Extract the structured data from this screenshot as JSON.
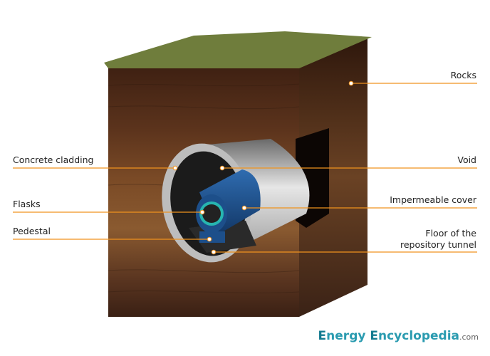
{
  "labels": {
    "rocks": "Rocks",
    "concrete_cladding": "Concrete cladding",
    "void": "Void",
    "flasks": "Flasks",
    "impermeable_cover": "Impermeable cover",
    "pedestal": "Pedestal",
    "floor_line1": "Floor of the",
    "floor_line2": "repository tunnel"
  },
  "logo": {
    "energy_e": "E",
    "energy_rest": "nergy ",
    "ency_e": "E",
    "ency_rest": "ncyclopedia",
    "tld": ".com"
  },
  "colors": {
    "leader": "#f0921e",
    "soil": "#4a2a16",
    "grass": "#6f7d3c",
    "cover": "#1d4f8a",
    "concrete": "#d8d8d8"
  }
}
